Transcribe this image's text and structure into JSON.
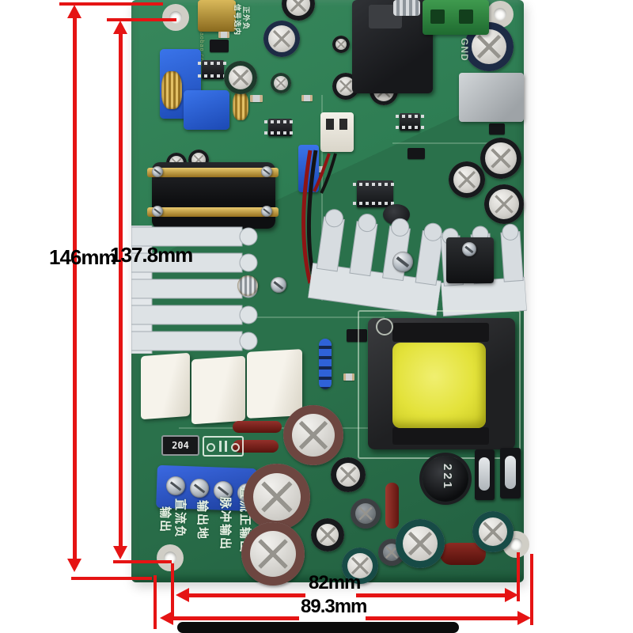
{
  "annotations": {
    "board_height_outer": "146mm",
    "board_height_inner": "137.8mm",
    "hole_spacing_width": "82mm",
    "board_width": "89.3mm"
  },
  "board": {
    "silkscreen": {
      "gnd_label": "GND",
      "top_note_col1": "信号选内",
      "top_note_col2": "正外负",
      "shop_watermark": "taojun.taobao.com",
      "output_labels": [
        "直流正输出",
        "脉冲输出",
        "输出地",
        "直流负",
        "输出"
      ]
    },
    "markings": {
      "inductor": "221",
      "film_capacitor": "204"
    },
    "colors": {
      "pcb_green": "#2e7d53",
      "annotation_red": "#e51414",
      "transformer_tape_yellow": "#e3e23a",
      "trimmer_blue": "#2b62d9",
      "terminal_blue": "#2a55c8"
    }
  }
}
